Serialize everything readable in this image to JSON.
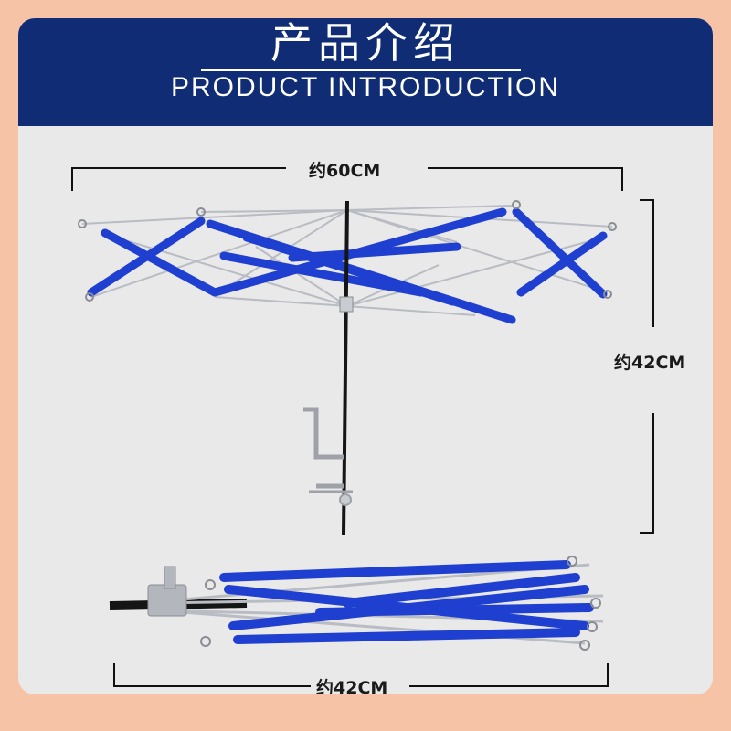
{
  "header": {
    "title_zh": "产品介绍",
    "title_en": "PRODUCT INTRODUCTION"
  },
  "dimensions": {
    "width_label": "约60CM",
    "height_label": "约42CM",
    "folded_label": "约42CM"
  },
  "colors": {
    "page_background": "#f7c3a6",
    "banner": "#0f2c74",
    "card": "#e9e9ea",
    "ribbon_blue": "#1f3fd0",
    "metal": "#b9bcc2"
  }
}
